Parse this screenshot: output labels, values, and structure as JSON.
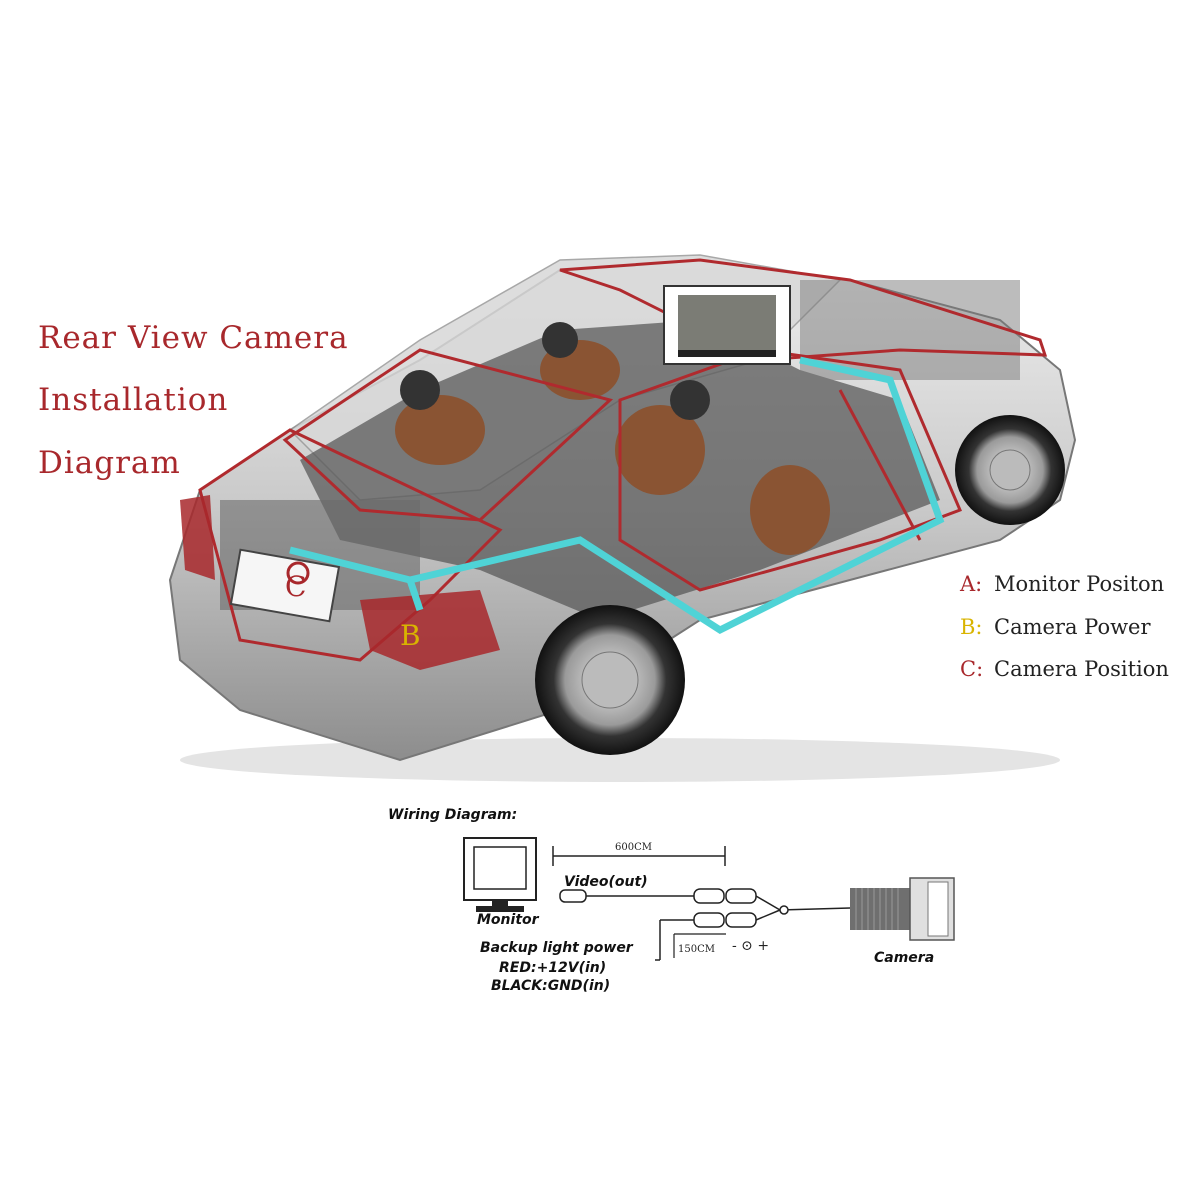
{
  "title": {
    "line1": "Rear View Camera",
    "line2": "Installation",
    "line3": "Diagram"
  },
  "colors": {
    "title": "#a8282c",
    "marker_a": "#a8282c",
    "marker_b": "#d9b400",
    "marker_c": "#a8282c",
    "cable": "#4fd3d6",
    "outline": "#b02a2e"
  },
  "car_markers": {
    "b": "B",
    "c": "C"
  },
  "legend": [
    {
      "letter": "A:",
      "text": "Monitor Positon"
    },
    {
      "letter": "B:",
      "text": "Camera Power"
    },
    {
      "letter": "C:",
      "text": "Camera Position"
    }
  ],
  "wiring": {
    "title": "Wiring Diagram:",
    "length_long": "600CM",
    "video_label": "Video(out)",
    "monitor_label": "Monitor",
    "power_label": "Backup light power",
    "length_short": "150CM",
    "red_label": "RED:+12V(in)",
    "black_label": "BLACK:GND(in)",
    "camera_label": "Camera",
    "plus_minus": "- ⊙ +"
  }
}
